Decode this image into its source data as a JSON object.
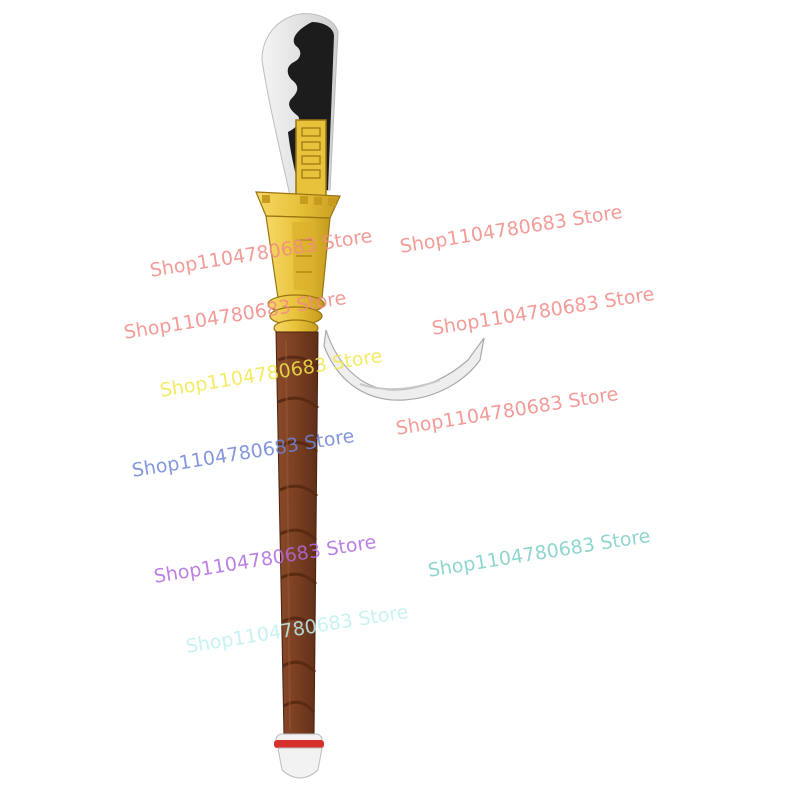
{
  "watermarks": [
    {
      "text": "Shop1104780683 Store",
      "color": "#f28a86"
    },
    {
      "text": "Shop1104780683 Store",
      "color": "#f28a86"
    },
    {
      "text": "Shop1104780683 Store",
      "color": "#f28a86"
    },
    {
      "text": "Shop1104780683 Store",
      "color": "#f28a86"
    },
    {
      "text": "Shop1104780683 Store",
      "color": "#f1e84a"
    },
    {
      "text": "Shop1104780683 Store",
      "color": "#f28a86"
    },
    {
      "text": "Shop1104780683 Store",
      "color": "#6f86d8"
    },
    {
      "text": "Shop1104780683 Store",
      "color": "#b06ae0"
    },
    {
      "text": "Shop1104780683 Store",
      "color": "#7ccfc7"
    },
    {
      "text": "Shop1104780683 Store",
      "color": "#bff0f0"
    }
  ],
  "colors": {
    "background": "#ffffff",
    "blade_edge": "#e4e4e4",
    "blade_spine": "#1c1c1c",
    "guard_gold": "#e8c23a",
    "guard_gold_dark": "#b88f18",
    "shaft_brown": "#7a3f22",
    "shaft_wrap": "#5a2a14",
    "pommel_red": "#d8312d",
    "pommel_white": "#f2f2f2",
    "hook_white": "#eeeeee"
  }
}
